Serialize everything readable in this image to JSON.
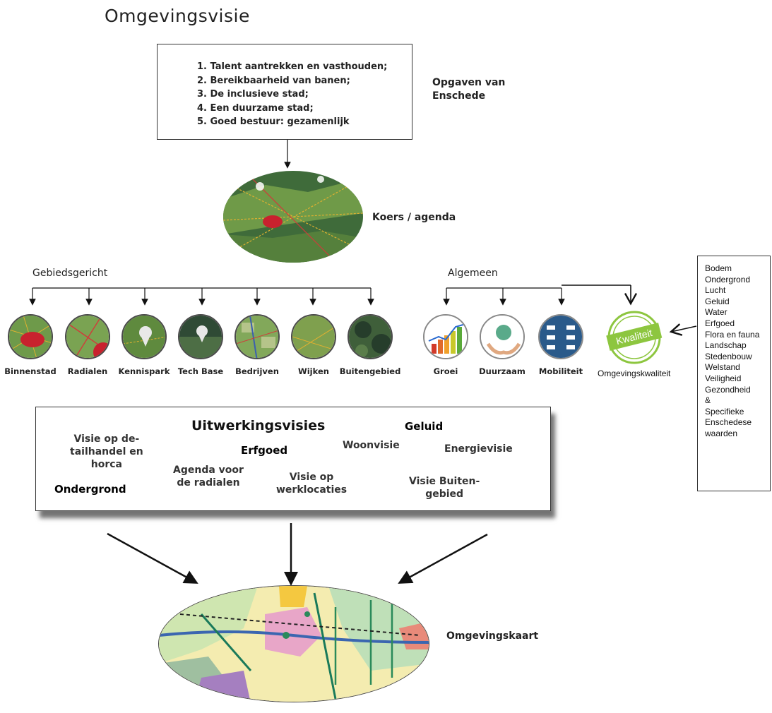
{
  "title": "Omgevingsvisie",
  "goals": {
    "items": [
      "1. Talent aantrekken en vasthouden;",
      "2. Bereikbaarheid van banen;",
      "3. De inclusieve stad;",
      "4. Een duurzame stad;",
      "5. Goed bestuur: gezamenlijk"
    ],
    "side_label": "Opgaven van\nEnschede"
  },
  "koers_label": "Koers / agenda",
  "gebiedsgericht": {
    "heading": "Gebiedsgericht",
    "items": [
      "Binnenstad",
      "Radialen",
      "Kennispark",
      "Tech Base",
      "Bedrijven",
      "Wijken",
      "Buitengebied"
    ]
  },
  "algemeen": {
    "heading": "Algemeen",
    "items": [
      "Groei",
      "Duurzaam",
      "Mobiliteit"
    ]
  },
  "kwaliteit": {
    "badge_text": "Kwaliteit",
    "label": "Omgevingskwaliteit",
    "list": [
      "Bodem",
      "Ondergrond",
      "Lucht",
      "Geluid",
      "Water",
      "Erfgoed",
      "Flora en fauna",
      "Landschap",
      "Stedenbouw",
      "Welstand",
      "Veiligheid",
      "Gezondheid",
      "&",
      "Specifieke",
      "Enschedese",
      "waarden"
    ]
  },
  "uitwerkingsvisies": {
    "title": "Uitwerkingsvisies",
    "detailhandel": "Visie op de-\ntailhandel en\nhorca",
    "ondergrond": "Ondergrond",
    "erfgoed": "Erfgoed",
    "radialen": "Agenda voor\nde radialen",
    "werklocaties": "Visie op\nwerklocaties",
    "woonvisie": "Woonvisie",
    "geluid": "Geluid",
    "energievisie": "Energievisie",
    "buitengebied": "Visie Buiten-\ngebied"
  },
  "omgevingskaart_label": "Omgevingskaart",
  "colors": {
    "map_green": "#5f8a3e",
    "map_dark": "#2f4a35",
    "map_red": "#c8222e",
    "kwaliteit_green": "#8dc63f",
    "map_pink": "#e8a6c8",
    "map_yellow": "#f4ecb0"
  }
}
